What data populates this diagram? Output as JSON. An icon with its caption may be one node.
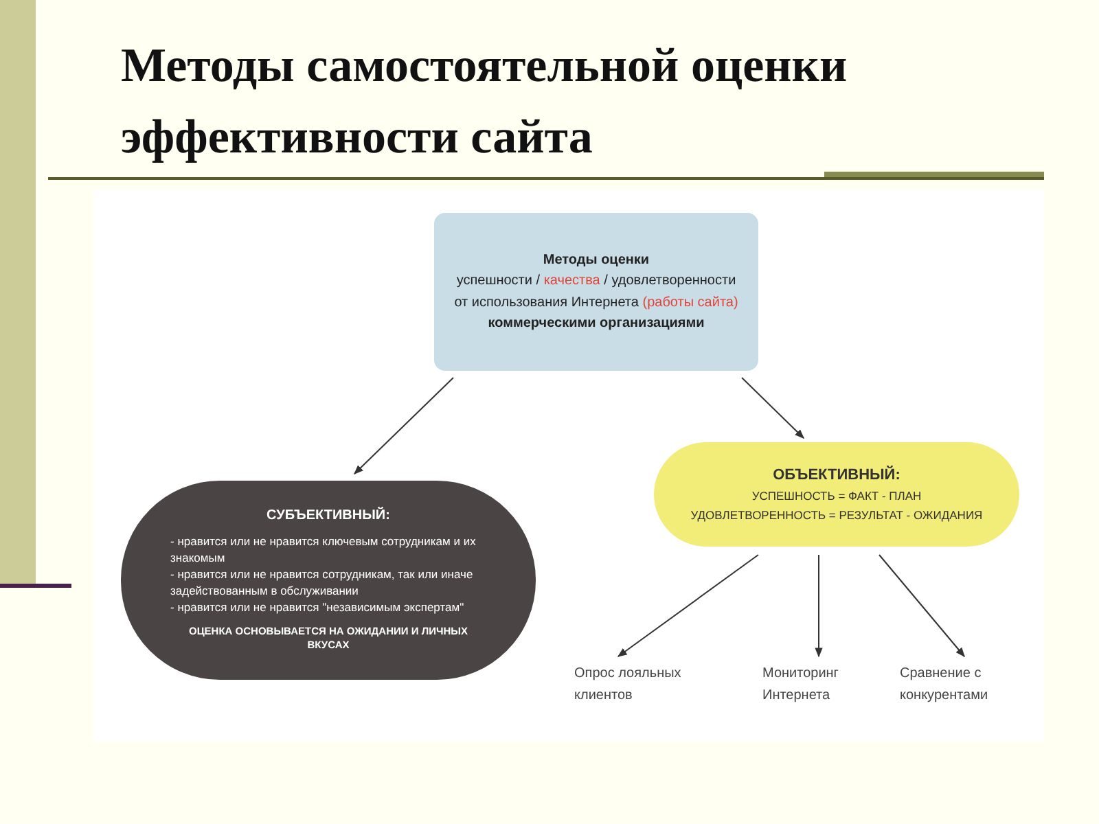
{
  "diagram": {
    "title": "Методы самостоятельной оценки эффективности сайта",
    "nodes": [
      {
        "text": [
          "Методы оценки",
          "успешности / *качества* / удовлетворенности от использования Интернета *(работы сайта)*",
          "коммерческими организациями"
        ]
      },
      {
        "text": [
          "СУБЪЕКТИВНЫЙ:",
          "- нравится или не нравится ключевым сотрудникам и их знакомым",
          "- нравится или не нравится сотрудникам, так или иначе задействованным в обслуживании",
          "- нравится или не нравится \"независимым экспертам\"",
          "ОЦЕНКА ОСНОВЫВАЕТСЯ НА ОЖИДАНИИ И ЛИЧНЫХ ВКУСАХ"
        ]
      },
      {
        "text": [
          "ОБЪЕКТИВНЫЙ:",
          "УСПЕШНОСТЬ = ФАКТ - ПЛАН",
          "УДОВЛЕТВОРЕННОСТЬ = РЕЗУЛЬТАТ - ОЖИДАНИЯ"
        ]
      },
      {
        "text": [
          "Опрос лояльных клиентов"
        ]
      },
      {
        "text": [
          "Мониторинг Интернета"
        ]
      },
      {
        "text": [
          "Сравнение с конкурентами"
        ]
      }
    ],
    "edges": [
      {
        "from": 0,
        "to": 1,
        "arrow": "to"
      },
      {
        "from": 0,
        "to": 2,
        "arrow": "to"
      },
      {
        "from": 2,
        "to": 3,
        "arrow": "to"
      },
      {
        "from": 2,
        "to": 4,
        "arrow": "to"
      },
      {
        "from": 2,
        "to": 5,
        "arrow": "to"
      }
    ]
  }
}
